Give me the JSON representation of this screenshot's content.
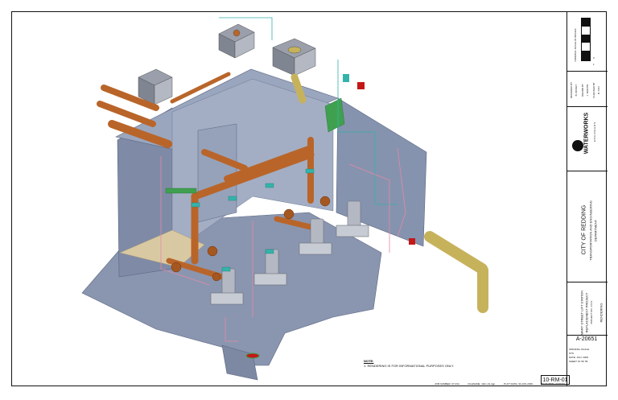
{
  "scale": {
    "label": "ORIGINAL SCALE IN INCHES",
    "marks": [
      "0",
      "1"
    ]
  },
  "roles": {
    "designed": "DESIGNED BY",
    "designed_name": "B. DICKEY",
    "drawn": "DRAWN BY",
    "drawn_name": "J. MARTIN",
    "checked": "CHECKED BY",
    "checked_name": "B. COX"
  },
  "firm": {
    "name": "WATERWORKS",
    "sub": "E N G I N E E R S"
  },
  "client": {
    "line1": "CITY OF REDDING",
    "line2": "TRANSPORTATION AND ENGINEERING",
    "line3": "DEPARTMENT"
  },
  "project": {
    "line1": "MARY STREET LIFT STATION",
    "line2": "REPLACEMENT PROJECT",
    "line3": "PROJECT NO. XXXX",
    "line4": "RENDERING"
  },
  "drawing": {
    "number": "A-20651",
    "scale_label": "ORIGINAL SCALE:",
    "scale_value": "NTS",
    "date": "DATE: JULY 2009",
    "sheet": "SHEET 16 OF 59",
    "sheet_id": "10-RM-01"
  },
  "note": {
    "heading": "NOTE:",
    "text": "1.  RENDERING IS FOR INFORMATIONAL PURPOSES ONLY."
  },
  "footer": {
    "job": "JOB NUMBER: 07-034",
    "file": "FILENAME: 10rm-01.dgn",
    "plot_date": "PLOT DATE: 30-JUN-2009",
    "plot_time": "PLOT TIME: 11:57:04"
  },
  "colors": {
    "structure": "#8e9bb4",
    "copper": "#b9652a",
    "yellow_pipe": "#c7b25c",
    "teal": "#34b3aa",
    "green": "#3fa04f",
    "pink": "#e389a7",
    "red": "#c41818"
  }
}
